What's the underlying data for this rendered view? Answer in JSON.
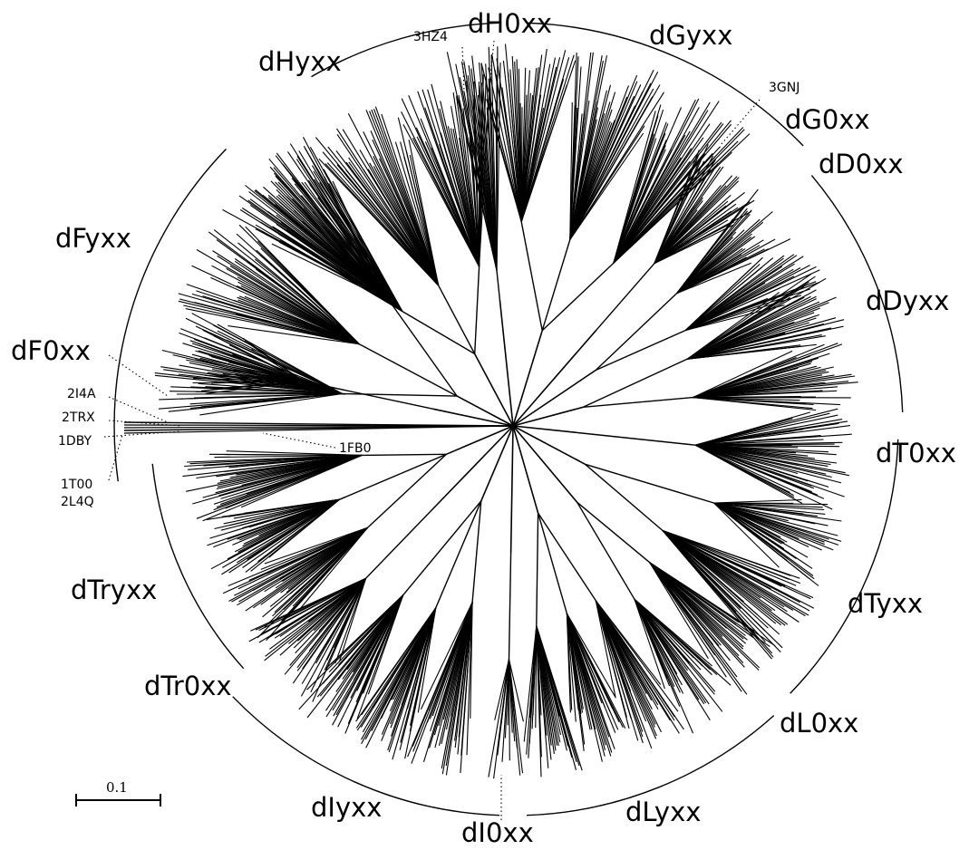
{
  "clade_labels": {
    "dH0xx": "dH0xx",
    "dGyxx": "dGyxx",
    "dHyxx": "dHyxx",
    "dG0xx": "dG0xx",
    "dD0xx": "dD0xx",
    "dFyxx": "dFyxx",
    "dDyxx": "dDyxx",
    "dF0xx": "dF0xx",
    "dT0xx": "dT0xx",
    "dTryxx": "dTryxx",
    "dTyxx": "dTyxx",
    "dTr0xx": "dTr0xx",
    "dL0xx": "dL0xx",
    "dIyxx": "dIyxx",
    "dLyxx": "dLyxx",
    "dI0xx": "dI0xx"
  },
  "pdb_labels": {
    "3HZ4": "3HZ4",
    "3GNJ": "3GNJ",
    "2I4A": "2I4A",
    "2TRX": "2TRX",
    "1DBY": "1DBY",
    "1FB0": "1FB0",
    "1T00": "1T00",
    "2L4Q": "2L4Q"
  },
  "scale_bar": {
    "label": "0.1"
  },
  "colors": {
    "branch": "#000000",
    "background": "#ffffff"
  }
}
